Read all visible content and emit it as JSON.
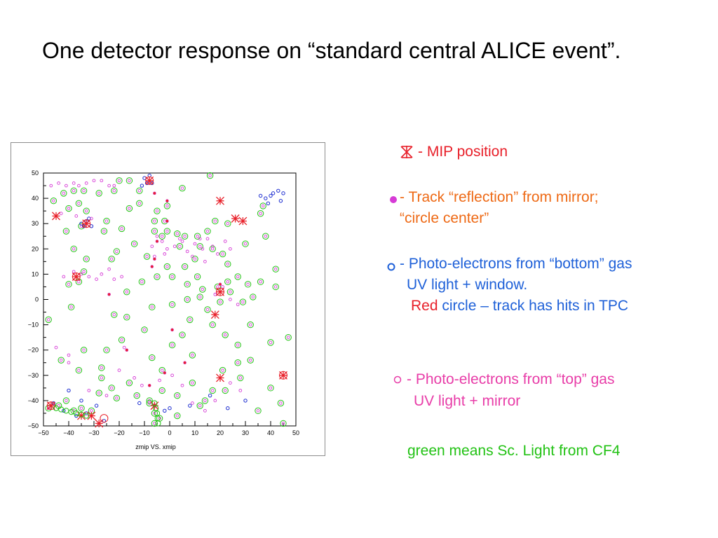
{
  "slide": {
    "title": "One detector response on “standard central ALICE event”."
  },
  "legend": {
    "mip": {
      "text": "- MIP position",
      "color": "#e8202a"
    },
    "reflection": {
      "line1": "- Track “reflection” from mirror;",
      "line2": "“circle center”",
      "color": "#ee6a16",
      "dot_color": "#d63bd6"
    },
    "bottom": {
      "line1": "- Photo-electrons from “bottom” gas",
      "line2": "UV light + window.",
      "line3_red": "Red",
      "line3_rest": "circle – track has hits in TPC",
      "color": "#1e60d8",
      "red_color": "#e8202a"
    },
    "top": {
      "line1": "- Photo-electrons from “top” gas",
      "line2": "UV light + mirror",
      "color": "#e83da8"
    },
    "green": {
      "text": "green means Sc. Light from CF4",
      "color": "#22c214"
    }
  },
  "chart_data": {
    "type": "scatter",
    "title": "",
    "xlabel": "zmip VS. xmip",
    "ylabel": "",
    "xlim": [
      -50,
      50
    ],
    "ylim": [
      -50,
      50
    ],
    "x_ticks": [
      -50,
      -40,
      -30,
      -20,
      -10,
      0,
      10,
      20,
      30,
      40,
      50
    ],
    "y_ticks": [
      50,
      40,
      30,
      20,
      10,
      0,
      -10,
      -20,
      -30,
      -40,
      -50
    ],
    "x_tick_labels": [
      "−50",
      "−40",
      "−30",
      "−20",
      "−10",
      "0",
      "10",
      "20",
      "30",
      "40",
      "50"
    ],
    "y_tick_labels": [
      "50",
      "40",
      "30",
      "20",
      "10",
      "0",
      "−10",
      "−20",
      "−30",
      "−40",
      "−50"
    ],
    "grid": false,
    "colors": {
      "green": "#22c214",
      "magenta": "#d63bd6",
      "blue": "#1a2bd0",
      "red": "#e8202a"
    },
    "series": [
      {
        "key": "top",
        "marker": "ring-green",
        "points": [
          [
            -46,
            39
          ],
          [
            -42,
            42
          ],
          [
            -38,
            43
          ],
          [
            -34,
            43
          ],
          [
            -40,
            36
          ],
          [
            -36,
            38
          ],
          [
            -28,
            42
          ],
          [
            -22,
            43
          ],
          [
            -20,
            47
          ],
          [
            -16,
            47
          ],
          [
            -12,
            43
          ],
          [
            -12,
            38
          ],
          [
            -33,
            35
          ],
          [
            -41,
            27
          ],
          [
            -35,
            29
          ],
          [
            -25,
            31
          ],
          [
            -26,
            27
          ],
          [
            -19,
            28
          ],
          [
            -16,
            36
          ],
          [
            -6,
            31
          ],
          [
            -5,
            35
          ],
          [
            -1,
            37
          ],
          [
            -2,
            31
          ],
          [
            -6,
            27
          ],
          [
            -1,
            27
          ],
          [
            3,
            26
          ],
          [
            6,
            25
          ],
          [
            11,
            25
          ],
          [
            15,
            27
          ],
          [
            12,
            21
          ],
          [
            17,
            20
          ],
          [
            21,
            18
          ],
          [
            23,
            14
          ],
          [
            30,
            22
          ],
          [
            38,
            25
          ],
          [
            36,
            34
          ],
          [
            37,
            37
          ],
          [
            18,
            31
          ],
          [
            23,
            30
          ],
          [
            5,
            44
          ],
          [
            16,
            49
          ],
          [
            -38,
            20
          ],
          [
            -33,
            16
          ],
          [
            -34,
            11
          ],
          [
            -36,
            7
          ],
          [
            -40,
            6
          ],
          [
            -23,
            16
          ],
          [
            -21,
            19
          ],
          [
            -14,
            22
          ],
          [
            -3,
            25
          ],
          [
            4,
            21
          ],
          [
            -9,
            17
          ],
          [
            -1,
            13
          ],
          [
            1,
            9
          ],
          [
            6,
            13
          ],
          [
            10,
            16
          ],
          [
            -17,
            3
          ],
          [
            -5,
            9
          ],
          [
            -11,
            7
          ],
          [
            7,
            6
          ],
          [
            11,
            9
          ],
          [
            13,
            4
          ],
          [
            19,
            5
          ],
          [
            23,
            7
          ],
          [
            27,
            9
          ],
          [
            31,
            6
          ],
          [
            36,
            7
          ],
          [
            42,
            12
          ],
          [
            -7,
            -3
          ],
          [
            1,
            -2
          ],
          [
            7,
            0
          ],
          [
            12,
            1
          ],
          [
            20,
            -1
          ],
          [
            24,
            3
          ],
          [
            29,
            -1
          ],
          [
            33,
            1
          ],
          [
            -48,
            -8
          ],
          [
            -39,
            -3
          ],
          [
            -43,
            -24
          ],
          [
            -34,
            -20
          ],
          [
            -25,
            -20
          ],
          [
            -19,
            -16
          ],
          [
            -17,
            -7
          ],
          [
            -10,
            -12
          ],
          [
            -7,
            -23
          ],
          [
            -3,
            -28
          ],
          [
            1,
            -18
          ],
          [
            5,
            -14
          ],
          [
            8,
            -8
          ],
          [
            15,
            -4
          ],
          [
            17,
            -10
          ],
          [
            22,
            -14
          ],
          [
            27,
            -18
          ],
          [
            32,
            -10
          ],
          [
            40,
            -17
          ],
          [
            47,
            -15
          ],
          [
            -36,
            -28
          ],
          [
            -27,
            -31
          ],
          [
            -23,
            -35
          ],
          [
            -16,
            -33
          ],
          [
            -13,
            -38
          ],
          [
            -8,
            -40
          ],
          [
            -3,
            -36
          ],
          [
            3,
            -38
          ],
          [
            9,
            -33
          ],
          [
            12,
            -42
          ],
          [
            17,
            -36
          ],
          [
            22,
            -36
          ],
          [
            28,
            -31
          ],
          [
            32,
            -24
          ],
          [
            35,
            -44
          ],
          [
            40,
            -35
          ],
          [
            44,
            -41
          ],
          [
            45,
            -49
          ],
          [
            -44,
            -42
          ],
          [
            -41,
            -40
          ],
          [
            -38,
            -44
          ],
          [
            -35,
            -43
          ],
          [
            -31,
            -44
          ],
          [
            -28,
            -37
          ],
          [
            -21,
            -39
          ],
          [
            -6,
            -45
          ],
          [
            -6,
            -49
          ],
          [
            -4,
            -47
          ],
          [
            -8,
            -41
          ],
          [
            14,
            -40
          ],
          [
            21,
            -28
          ],
          [
            27,
            -25
          ],
          [
            -48,
            -43
          ],
          [
            3,
            -46
          ],
          [
            42,
            5
          ],
          [
            9,
            -22
          ],
          [
            -22,
            -6
          ],
          [
            -27,
            -27
          ]
        ]
      },
      {
        "key": "bottom",
        "marker": "ring-blue",
        "points": [
          [
            -8,
            49
          ],
          [
            -10,
            48
          ],
          [
            -7,
            46
          ],
          [
            -11,
            45
          ],
          [
            -9,
            46
          ],
          [
            -35,
            30
          ],
          [
            -33,
            31
          ],
          [
            -31,
            29
          ],
          [
            -34,
            29
          ],
          [
            -32,
            32
          ],
          [
            40,
            41
          ],
          [
            38,
            40
          ],
          [
            36,
            41
          ],
          [
            43,
            43
          ],
          [
            41,
            42
          ],
          [
            45,
            42
          ],
          [
            39,
            38
          ],
          [
            44,
            39
          ],
          [
            -40,
            -36
          ],
          [
            -35,
            -40
          ],
          [
            -29,
            -42
          ],
          [
            -26,
            -48
          ],
          [
            -12,
            -41
          ],
          [
            -6,
            -42
          ],
          [
            -2,
            -44
          ],
          [
            8,
            -42
          ],
          [
            16,
            -38
          ],
          [
            23,
            -43
          ],
          [
            30,
            -40
          ],
          [
            -46,
            -41
          ],
          [
            -42,
            -44
          ],
          [
            -37,
            -46
          ],
          [
            -33,
            -45
          ],
          [
            0,
            -43
          ]
        ]
      },
      {
        "key": "top-magenta",
        "marker": "ring-magenta",
        "points": [
          [
            -47,
            45
          ],
          [
            -44,
            46
          ],
          [
            -41,
            45
          ],
          [
            -38,
            46
          ],
          [
            -36,
            45
          ],
          [
            -33,
            46
          ],
          [
            -30,
            47
          ],
          [
            -27,
            47
          ],
          [
            -24,
            45
          ],
          [
            -22,
            45
          ],
          [
            -43,
            34
          ],
          [
            -37,
            33
          ],
          [
            -31,
            32
          ],
          [
            -5,
            25
          ],
          [
            -7,
            21
          ],
          [
            -3,
            23
          ],
          [
            -1,
            20
          ],
          [
            2,
            21
          ],
          [
            5,
            23
          ],
          [
            7,
            19
          ],
          [
            10,
            22
          ],
          [
            13,
            20
          ],
          [
            15,
            24
          ],
          [
            17,
            21
          ],
          [
            19,
            18
          ],
          [
            22,
            23
          ],
          [
            24,
            20
          ],
          [
            -6,
            17
          ],
          [
            -2,
            18
          ],
          [
            9,
            17
          ],
          [
            14,
            15
          ],
          [
            4,
            24
          ],
          [
            12,
            24
          ],
          [
            -38,
            11
          ],
          [
            -35,
            10
          ],
          [
            -32,
            9
          ],
          [
            -29,
            8
          ],
          [
            -27,
            10
          ],
          [
            -24,
            12
          ],
          [
            -22,
            8
          ],
          [
            -19,
            9
          ],
          [
            -42,
            9
          ],
          [
            18,
            2
          ],
          [
            21,
            5
          ],
          [
            24,
            0
          ],
          [
            27,
            -2
          ],
          [
            -25,
            -38
          ],
          [
            -32,
            -36
          ],
          [
            -45,
            -19
          ],
          [
            -40,
            -25
          ],
          [
            -20,
            -28
          ],
          [
            -14,
            -31
          ],
          [
            -11,
            -34
          ],
          [
            -4,
            -32
          ],
          [
            1,
            -30
          ],
          [
            5,
            -34
          ],
          [
            9,
            -41
          ],
          [
            14,
            -44
          ],
          [
            18,
            -40
          ],
          [
            -18,
            -19
          ],
          [
            24,
            -33
          ],
          [
            28,
            -36
          ],
          [
            -40,
            -22
          ]
        ]
      },
      {
        "key": "mirror-dot",
        "marker": "dot",
        "points": [
          [
            -6,
            42
          ],
          [
            -1,
            39
          ],
          [
            -5,
            23
          ],
          [
            -6,
            16
          ],
          [
            -7,
            13
          ],
          [
            -24,
            2
          ],
          [
            1,
            -12
          ],
          [
            -2,
            -29
          ],
          [
            -8,
            -34
          ],
          [
            -17,
            -20
          ],
          [
            6,
            -25
          ],
          [
            20,
            6
          ],
          [
            -1,
            31
          ]
        ]
      },
      {
        "key": "red-ring",
        "marker": "ring-red",
        "points": [
          [
            45,
            -30
          ],
          [
            -8,
            47
          ],
          [
            -33,
            30
          ],
          [
            -37,
            9
          ],
          [
            20,
            3
          ],
          [
            -47,
            -42
          ],
          [
            -26,
            -47
          ]
        ]
      },
      {
        "key": "mip",
        "marker": "star",
        "points": [
          [
            -8,
            47
          ],
          [
            -33,
            30
          ],
          [
            -45,
            33
          ],
          [
            -37,
            9
          ],
          [
            20,
            39
          ],
          [
            26,
            32
          ],
          [
            29,
            31
          ],
          [
            20,
            3
          ],
          [
            18,
            -6
          ],
          [
            20,
            -31
          ],
          [
            45,
            -30
          ],
          [
            -6,
            -42
          ],
          [
            -47,
            -42
          ],
          [
            -35,
            -46
          ],
          [
            -31,
            -46
          ],
          [
            -28,
            -49
          ]
        ]
      },
      {
        "key": "track-line",
        "marker": "ring-green-small",
        "points": [
          [
            -45,
            -43
          ],
          [
            -43,
            -43.5
          ],
          [
            -41,
            -44
          ],
          [
            -39,
            -44.5
          ],
          [
            -37,
            -45
          ],
          [
            -35,
            -45.5
          ],
          [
            -33,
            -46
          ],
          [
            -6,
            -41
          ],
          [
            -5.5,
            -43
          ],
          [
            -5,
            -45
          ],
          [
            -4.8,
            -47
          ],
          [
            -4.6,
            -49
          ]
        ]
      }
    ]
  }
}
